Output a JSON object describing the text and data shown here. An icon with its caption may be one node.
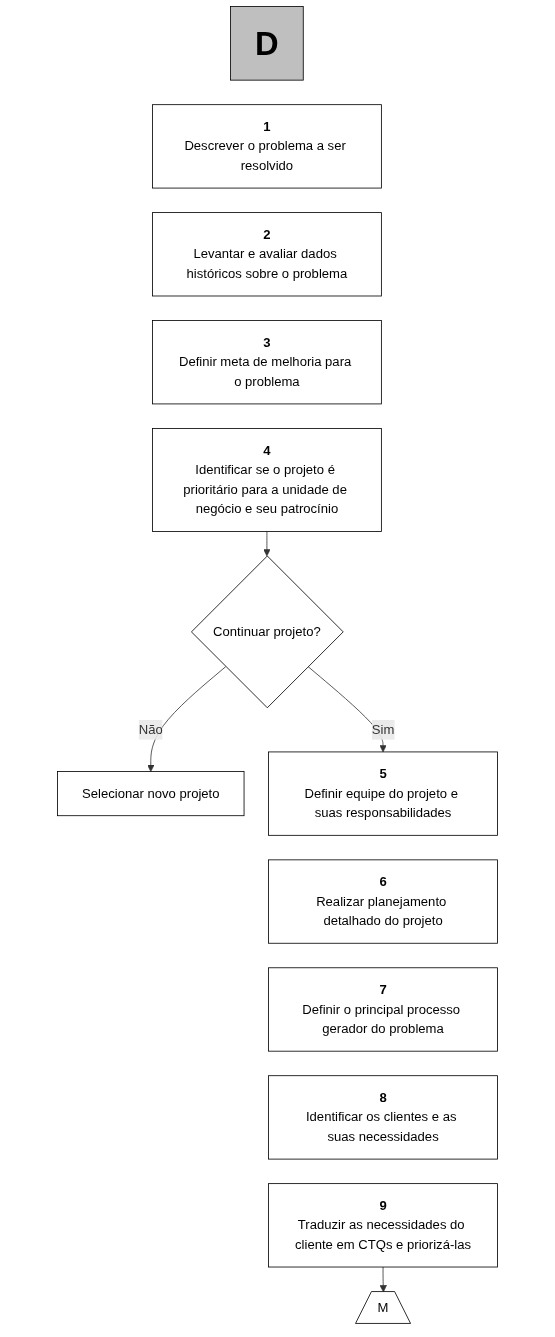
{
  "diagram": {
    "nodes": [
      {
        "text": [
          "D"
        ]
      },
      {
        "text": [
          "1",
          "Descrever o problema a ser resolvido"
        ]
      },
      {
        "text": [
          "2",
          "Levantar e avaliar dados históricos sobre o problema"
        ]
      },
      {
        "text": [
          "3",
          "Definir meta de melhoria para o problema"
        ]
      },
      {
        "text": [
          "4",
          "Identificar se o projeto é prioritário para a unidade de negócio e seu patrocínio"
        ]
      },
      {
        "text": [
          "Continuar projeto?"
        ]
      },
      {
        "text": [
          "Selecionar novo projeto"
        ]
      },
      {
        "text": [
          "5",
          "Definir equipe do projeto e suas responsabilidades"
        ]
      },
      {
        "text": [
          "6",
          "Realizar planejamento detalhado do projeto"
        ]
      },
      {
        "text": [
          "7",
          "Definir o principal processo gerador do problema"
        ]
      },
      {
        "text": [
          "8",
          "Identificar os clientes e as suas necessidades"
        ]
      },
      {
        "text": [
          "9",
          "Traduzir as necessidades do cliente em CTQs e priorizá-las"
        ]
      },
      {
        "text": [
          "M"
        ]
      }
    ],
    "edges": [
      {
        "from": 4,
        "to": 5,
        "arrow": "to"
      },
      {
        "from": 5,
        "to": 6,
        "label": "Não",
        "arrow": "to"
      },
      {
        "from": 5,
        "to": 7,
        "label": "Sim",
        "arrow": "to"
      },
      {
        "from": 11,
        "to": 12,
        "arrow": "to"
      }
    ]
  }
}
